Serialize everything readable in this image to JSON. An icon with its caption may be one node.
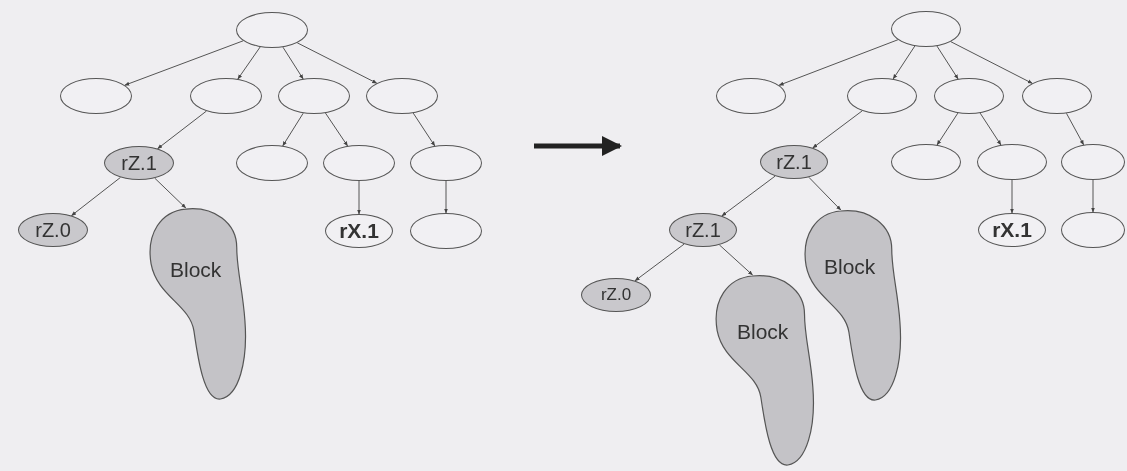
{
  "diagram": {
    "nodes": [
      {
        "text": [],
        "shape": "ellipse"
      },
      {
        "text": [],
        "shape": "ellipse"
      },
      {
        "text": [],
        "shape": "ellipse"
      },
      {
        "text": [],
        "shape": "ellipse"
      },
      {
        "text": [],
        "shape": "ellipse"
      },
      {
        "text": [
          "rZ.1"
        ]
      },
      {
        "text": [],
        "shape": "ellipse"
      },
      {
        "text": [],
        "shape": "ellipse"
      },
      {
        "text": [],
        "shape": "ellipse"
      },
      {
        "text": [
          "rZ.0"
        ]
      },
      {
        "text": [
          "Block"
        ]
      },
      {
        "text": [
          "rX.1"
        ]
      },
      {
        "text": [],
        "shape": "ellipse"
      },
      {
        "text": [],
        "shape": "ellipse"
      },
      {
        "text": [],
        "shape": "ellipse"
      },
      {
        "text": [],
        "shape": "ellipse"
      },
      {
        "text": [],
        "shape": "ellipse"
      },
      {
        "text": [],
        "shape": "ellipse"
      },
      {
        "text": [
          "rZ.1"
        ]
      },
      {
        "text": [],
        "shape": "ellipse"
      },
      {
        "text": [],
        "shape": "ellipse"
      },
      {
        "text": [],
        "shape": "ellipse"
      },
      {
        "text": [
          "rZ.1"
        ]
      },
      {
        "text": [
          "Block"
        ]
      },
      {
        "text": [
          "rX.1"
        ]
      },
      {
        "text": [],
        "shape": "ellipse"
      },
      {
        "text": [
          "rZ.0"
        ]
      },
      {
        "text": [
          "Block"
        ]
      }
    ],
    "edges": [
      {
        "from": 0,
        "to": 1,
        "arrow": "to"
      },
      {
        "from": 0,
        "to": 2,
        "arrow": "to"
      },
      {
        "from": 0,
        "to": 3,
        "arrow": "to"
      },
      {
        "from": 0,
        "to": 4,
        "arrow": "to"
      },
      {
        "from": 2,
        "to": 5,
        "arrow": "to"
      },
      {
        "from": 3,
        "to": 6,
        "arrow": "to"
      },
      {
        "from": 3,
        "to": 7,
        "arrow": "to"
      },
      {
        "from": 4,
        "to": 8,
        "arrow": "to"
      },
      {
        "from": 5,
        "to": 9,
        "arrow": "to"
      },
      {
        "from": 5,
        "to": 10,
        "arrow": "to"
      },
      {
        "from": 7,
        "to": 11,
        "arrow": "to"
      },
      {
        "from": 8,
        "to": 12,
        "arrow": "to"
      },
      {
        "from": 13,
        "to": 14,
        "arrow": "to"
      },
      {
        "from": 13,
        "to": 15,
        "arrow": "to"
      },
      {
        "from": 13,
        "to": 16,
        "arrow": "to"
      },
      {
        "from": 13,
        "to": 17,
        "arrow": "to"
      },
      {
        "from": 15,
        "to": 18,
        "arrow": "to"
      },
      {
        "from": 16,
        "to": 19,
        "arrow": "to"
      },
      {
        "from": 16,
        "to": 20,
        "arrow": "to"
      },
      {
        "from": 17,
        "to": 21,
        "arrow": "to"
      },
      {
        "from": 18,
        "to": 22,
        "arrow": "to"
      },
      {
        "from": 18,
        "to": 23,
        "arrow": "to"
      },
      {
        "from": 20,
        "to": 24,
        "arrow": "to"
      },
      {
        "from": 21,
        "to": 25,
        "arrow": "to"
      },
      {
        "from": 22,
        "to": 26,
        "arrow": "to"
      },
      {
        "from": 22,
        "to": 27,
        "arrow": "to"
      }
    ]
  }
}
